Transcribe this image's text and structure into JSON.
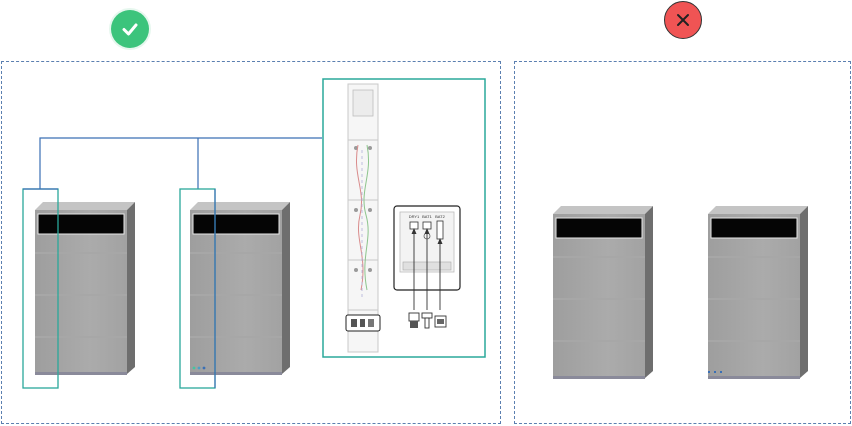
{
  "correct_badge": {
    "icon": "check-icon",
    "color": "#3cc47c"
  },
  "wrong_badge": {
    "icon": "cross-icon",
    "color": "#f05454"
  },
  "colors": {
    "panel_border": "#5b7fb0",
    "cable": "#3a6fb5",
    "highlight_box": "#2aa89a",
    "battery_body": "#a6a6a6",
    "battery_display": "#050505"
  },
  "inset": {
    "port_labels": [
      "DRY1",
      "BAT1",
      "BAT2"
    ]
  }
}
